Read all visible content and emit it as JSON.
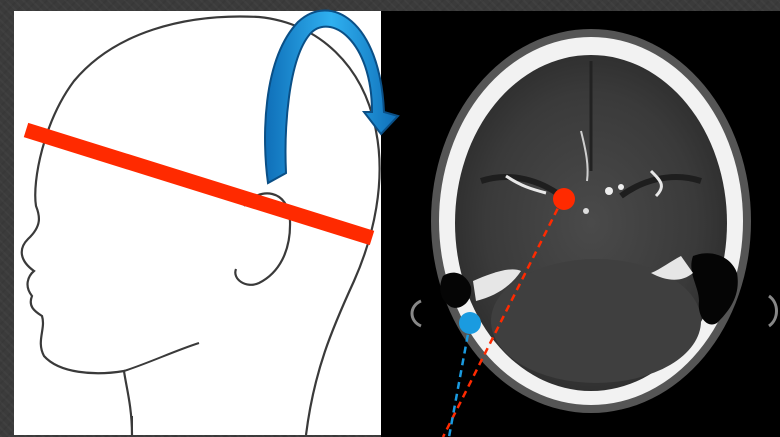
{
  "figure": {
    "left_panel": "head-profile-illustration",
    "right_panel": "axial-ct-angiography-slice",
    "colors": {
      "plane_line": "#ff2a00",
      "rotation_arrow": "#1a9be0",
      "anterior_marker": "#ff2a00",
      "posterior_marker": "#1a9be0",
      "background": "#3b3b3b"
    },
    "icons": [
      "rotation-arrow-icon",
      "anterior-point-marker",
      "posterior-point-marker"
    ]
  }
}
